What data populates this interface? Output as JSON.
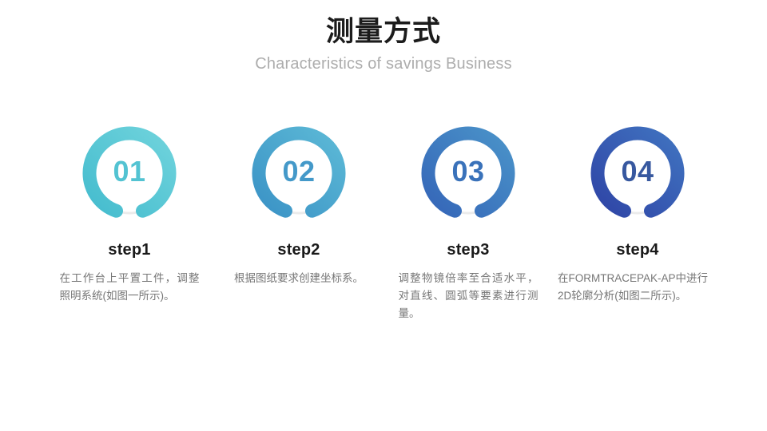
{
  "header": {
    "title": "测量方式",
    "subtitle": "Characteristics of savings Business"
  },
  "colors": {
    "background": "#ffffff",
    "title": "#1c1c1c",
    "subtitle": "#adadad",
    "step_label": "#1a1a1a",
    "body_text": "#767676",
    "track": "#ebebeb"
  },
  "steps": [
    {
      "number": "01",
      "label": "step1",
      "body": "在工作台上平置工件，调整照明系统(如图一所示)。",
      "ring_color_start": "#6fd3dc",
      "ring_color_end": "#45bcce",
      "number_color": "#53c3d2"
    },
    {
      "number": "02",
      "label": "step2",
      "body": "根据图纸要求创建坐标系。",
      "ring_color_start": "#5cb9d6",
      "ring_color_end": "#3b93c6",
      "number_color": "#4499c9"
    },
    {
      "number": "03",
      "label": "step3",
      "body": "调整物镜倍率至合适水平，对直线、圆弧等要素进行测量。",
      "ring_color_start": "#4a93c9",
      "ring_color_end": "#3566b8",
      "number_color": "#3a72ba"
    },
    {
      "number": "04",
      "label": "step4",
      "body": "在FORMTRACEPAK-AP中进行2D轮廓分析(如图二所示)。",
      "ring_color_start": "#4073c0",
      "ring_color_end": "#2f45a6",
      "number_color": "#37589f"
    }
  ]
}
